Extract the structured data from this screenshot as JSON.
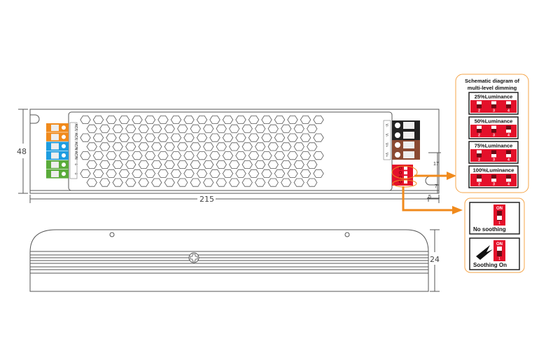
{
  "dimensions": {
    "height_top": "48",
    "length": "215",
    "height_side": "24",
    "switch_offset": "17",
    "notch_height": "7",
    "notch_width": "5"
  },
  "input_terminals": [
    "AC/L",
    "AC/L",
    "AC/N",
    "AC/N",
    "⏚",
    "⏚"
  ],
  "output_terminals": [
    "V-",
    "V-",
    "V+",
    "V+"
  ],
  "dimming_panel": {
    "title_line1": "Schematic diagram of",
    "title_line2": "multi-level dimming",
    "levels": [
      {
        "label": "25%Luminance",
        "switches": [
          "2",
          "3",
          "4"
        ],
        "states": [
          "on",
          "on",
          "on"
        ]
      },
      {
        "label": "50%Luminance",
        "switches": [
          "2",
          "3",
          "4"
        ],
        "states": [
          "on",
          "on",
          "off"
        ]
      },
      {
        "label": "75%Luminance",
        "switches": [
          "2",
          "3",
          "4"
        ],
        "states": [
          "on",
          "off",
          "off"
        ]
      },
      {
        "label": "100%Luminance",
        "switches": [
          "2",
          "3",
          "4"
        ],
        "states": [
          "off",
          "off",
          "off"
        ]
      }
    ]
  },
  "soothing_panel": {
    "on_label": "ON",
    "switch_number": "1",
    "modes": [
      {
        "label": "No soothing",
        "state": "off"
      },
      {
        "label": "Soothing On",
        "state": "on"
      }
    ]
  },
  "colors": {
    "orange": "#f08a1c",
    "blue": "#1e9de0",
    "green": "#5aab3a",
    "red": "#e4102a",
    "brown": "#8a4a32",
    "black": "#222222",
    "panel_border": "#f5a54a"
  }
}
